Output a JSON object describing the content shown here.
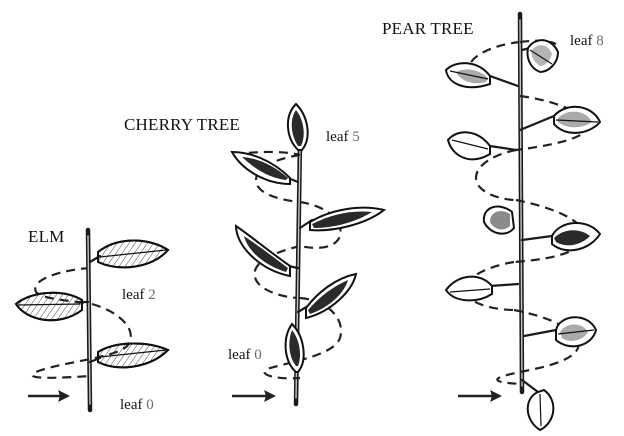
{
  "diagram": {
    "plants": [
      {
        "name": "ELM",
        "labels": [
          {
            "word": "leaf",
            "number": "2"
          },
          {
            "word": "leaf",
            "number": "0"
          }
        ]
      },
      {
        "name": "CHERRY TREE",
        "labels": [
          {
            "word": "leaf",
            "number": "5"
          },
          {
            "word": "leaf",
            "number": "0"
          }
        ]
      },
      {
        "name": "PEAR TREE",
        "labels": [
          {
            "word": "leaf",
            "number": "8"
          }
        ]
      }
    ],
    "colors": {
      "ink": "#111111",
      "number": "#6b6b6b",
      "background": "#ffffff"
    }
  }
}
